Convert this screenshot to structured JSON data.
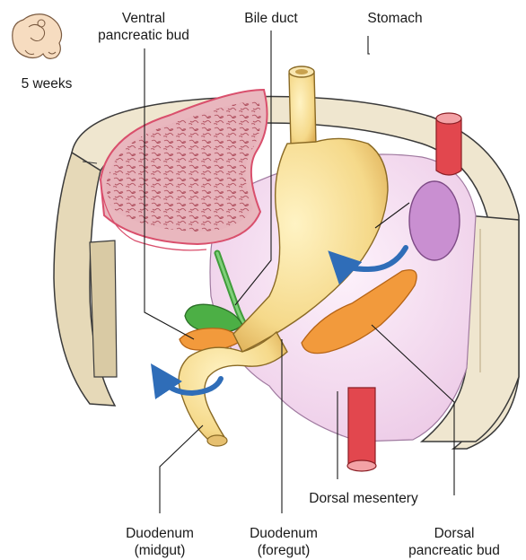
{
  "stage_label": "5 weeks",
  "labels": {
    "ventral_pancreatic_bud": [
      "Ventral",
      "pancreatic bud"
    ],
    "bile_duct": "Bile duct",
    "stomach": "Stomach",
    "dorsal_mesentery": "Dorsal mesentery",
    "duodenum_midgut": [
      "Duodenum",
      "(midgut)"
    ],
    "duodenum_foregut": [
      "Duodenum",
      "(foregut)"
    ],
    "dorsal_pancreatic_bud": [
      "Dorsal",
      "pancreatic bud"
    ]
  },
  "colors": {
    "body_wall": "#efe6cf",
    "body_wall_outline": "#3a3a3a",
    "mesentery": "#f3dcef",
    "liver_cut_surface": "#e9b7be",
    "liver_capsule": "#d94f6c",
    "gut": "#f5d98a",
    "gut_shadow": "#e4b75a",
    "gallbladder": "#4caf45",
    "pancreas": "#f29a3c",
    "spleen": "#c98fd1",
    "aorta": "#e2474e",
    "rotation_arrow": "#2f6db8"
  }
}
